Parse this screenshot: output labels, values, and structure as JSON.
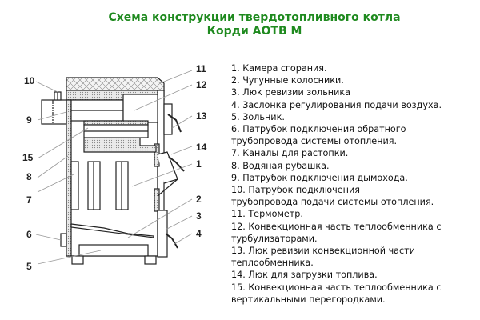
{
  "title": {
    "line1": "Схема конструкции твердотопливного котла",
    "line2": "Корди АОТВ М",
    "color": "#1f8a1f"
  },
  "legend": [
    {
      "number": "1",
      "lines": [
        "1. Камера сгорания."
      ]
    },
    {
      "number": "2",
      "lines": [
        "2. Чугунные колосники."
      ]
    },
    {
      "number": "3",
      "lines": [
        "3. Люк ревизии зольника"
      ]
    },
    {
      "number": "4",
      "lines": [
        "4. Заслонка регулирования подачи воздуха."
      ]
    },
    {
      "number": "5",
      "lines": [
        "5. Зольник."
      ]
    },
    {
      "number": "6",
      "lines": [
        "6. Патрубок подключения обратного",
        "трубопровода системы отопления."
      ]
    },
    {
      "number": "7",
      "lines": [
        "7. Каналы для растопки."
      ]
    },
    {
      "number": "8",
      "lines": [
        "8. Водяная рубашка."
      ]
    },
    {
      "number": "9",
      "lines": [
        "9. Патрубок подключения дымохода."
      ]
    },
    {
      "number": "10",
      "lines": [
        "10. Патрубок подключения",
        "трубопровода подачи системы отопления."
      ]
    },
    {
      "number": "11",
      "lines": [
        "11. Термометр."
      ]
    },
    {
      "number": "12",
      "lines": [
        "12. Конвекционная часть теплообменника с",
        "турбулизаторами."
      ]
    },
    {
      "number": "13",
      "lines": [
        "13. Люк ревизии конвекционной части",
        "теплообменника."
      ]
    },
    {
      "number": "14",
      "lines": [
        "14. Люк для загрузки топлива."
      ]
    },
    {
      "number": "15",
      "lines": [
        "15. Конвекционная часть теплообменника с",
        "вертикальными перегородками."
      ]
    }
  ],
  "callouts": [
    {
      "number": "10"
    },
    {
      "number": "9"
    },
    {
      "number": "15"
    },
    {
      "number": "8"
    },
    {
      "number": "7"
    },
    {
      "number": "6"
    },
    {
      "number": "5"
    },
    {
      "number": "11"
    },
    {
      "number": "12"
    },
    {
      "number": "13"
    },
    {
      "number": "14"
    },
    {
      "number": "1"
    },
    {
      "number": "2"
    },
    {
      "number": "3"
    },
    {
      "number": "4"
    }
  ]
}
